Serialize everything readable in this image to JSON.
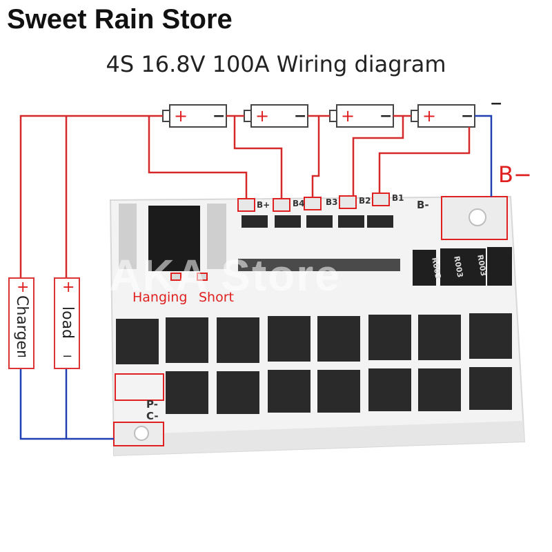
{
  "header": {
    "store_name": "Sweet Rain Store",
    "subtitle": "4S 16.8V 100A Wiring diagram"
  },
  "batteries": [
    {
      "plus": "+",
      "minus": "−"
    },
    {
      "plus": "+",
      "minus": "−"
    },
    {
      "plus": "+",
      "minus": "−"
    },
    {
      "plus": "+",
      "minus": "−"
    }
  ],
  "last_minus": "−",
  "b_minus_label": "B−",
  "board": {
    "pads": [
      "B+",
      "B4",
      "B3",
      "B2",
      "B1",
      "B-"
    ],
    "shunt_markings": [
      "R003",
      "R003",
      "R003"
    ],
    "output_pads": [
      "P-",
      "C-"
    ],
    "jumper_hanging": "Hanging",
    "jumper_short": "Short",
    "watermark": "KAKA Store"
  },
  "charger": {
    "plus": "+",
    "label": "Charger",
    "minus": "−"
  },
  "load": {
    "plus": "+",
    "label": "load",
    "minus": "−"
  },
  "colors": {
    "positive_wire": "#d62828",
    "negative_wire": "#1f3fb5",
    "board": "#f4f4f4",
    "mosfet": "#2a2a2a"
  }
}
